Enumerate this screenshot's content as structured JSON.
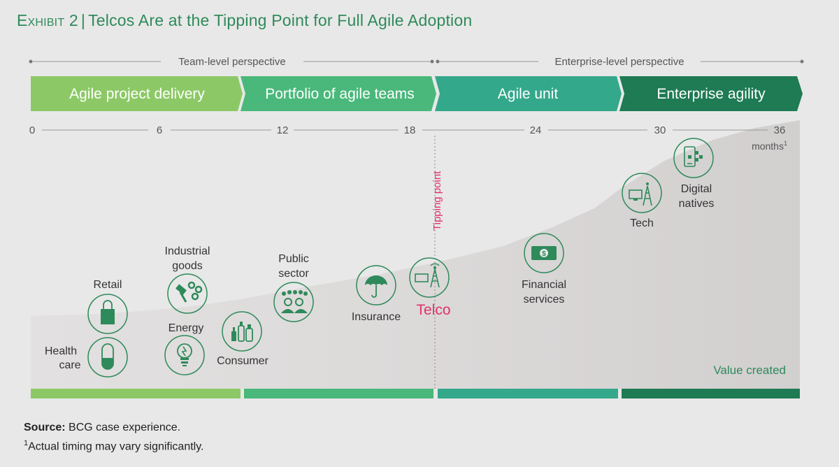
{
  "title": {
    "exhibit": "Exhibit 2",
    "separator": "|",
    "text": "Telcos Are at the Tipping Point for Full Agile Adoption"
  },
  "perspectives": {
    "team": "Team-level perspective",
    "enterprise": "Enterprise-level perspective"
  },
  "phases": [
    {
      "label": "Agile project delivery",
      "color": "#8cc966"
    },
    {
      "label": "Portfolio of agile teams",
      "color": "#49b87a"
    },
    {
      "label": "Agile unit",
      "color": "#34a88a"
    },
    {
      "label": "Enterprise agility",
      "color": "#1e7b53"
    }
  ],
  "timeline": {
    "ticks": [
      "0",
      "6",
      "12",
      "18",
      "24",
      "30",
      "36"
    ],
    "unit": "months",
    "unit_footnote": "1"
  },
  "tipping_point": {
    "label": "Tipping point",
    "month": 19,
    "color": "#e0336b"
  },
  "value_created": "Value created",
  "industries": [
    {
      "name": "Health care",
      "lines": [
        "Health",
        "care"
      ],
      "icon": "pill-icon"
    },
    {
      "name": "Retail",
      "lines": [
        "Retail"
      ],
      "icon": "shopping-bag-icon"
    },
    {
      "name": "Industrial goods",
      "lines": [
        "Industrial",
        "goods"
      ],
      "icon": "bolts-gears-icon"
    },
    {
      "name": "Energy",
      "lines": [
        "Energy"
      ],
      "icon": "lightbulb-icon"
    },
    {
      "name": "Consumer",
      "lines": [
        "Consumer"
      ],
      "icon": "bottles-icon"
    },
    {
      "name": "Public sector",
      "lines": [
        "Public",
        "sector"
      ],
      "icon": "crowd-icon"
    },
    {
      "name": "Insurance",
      "lines": [
        "Insurance"
      ],
      "icon": "umbrella-icon"
    },
    {
      "name": "Telco",
      "lines": [
        "Telco"
      ],
      "icon": "telecom-tower-icon",
      "highlight": true
    },
    {
      "name": "Financial services",
      "lines": [
        "Financial",
        "services"
      ],
      "icon": "banknote-icon"
    },
    {
      "name": "Tech",
      "lines": [
        "Tech"
      ],
      "icon": "computer-tower-icon"
    },
    {
      "name": "Digital natives",
      "lines": [
        "Digital",
        "natives"
      ],
      "icon": "smartphone-icon"
    }
  ],
  "colors": {
    "icon_green": "#2e8a5a",
    "text": "#333333",
    "highlight": "#e0336b",
    "area": "#d4d1d1",
    "area_light": "#dedbdb"
  },
  "notes": {
    "source_label": "Source:",
    "source_text": "BCG case experience.",
    "footnote_mark": "1",
    "footnote_text": "Actual timing may vary significantly."
  }
}
